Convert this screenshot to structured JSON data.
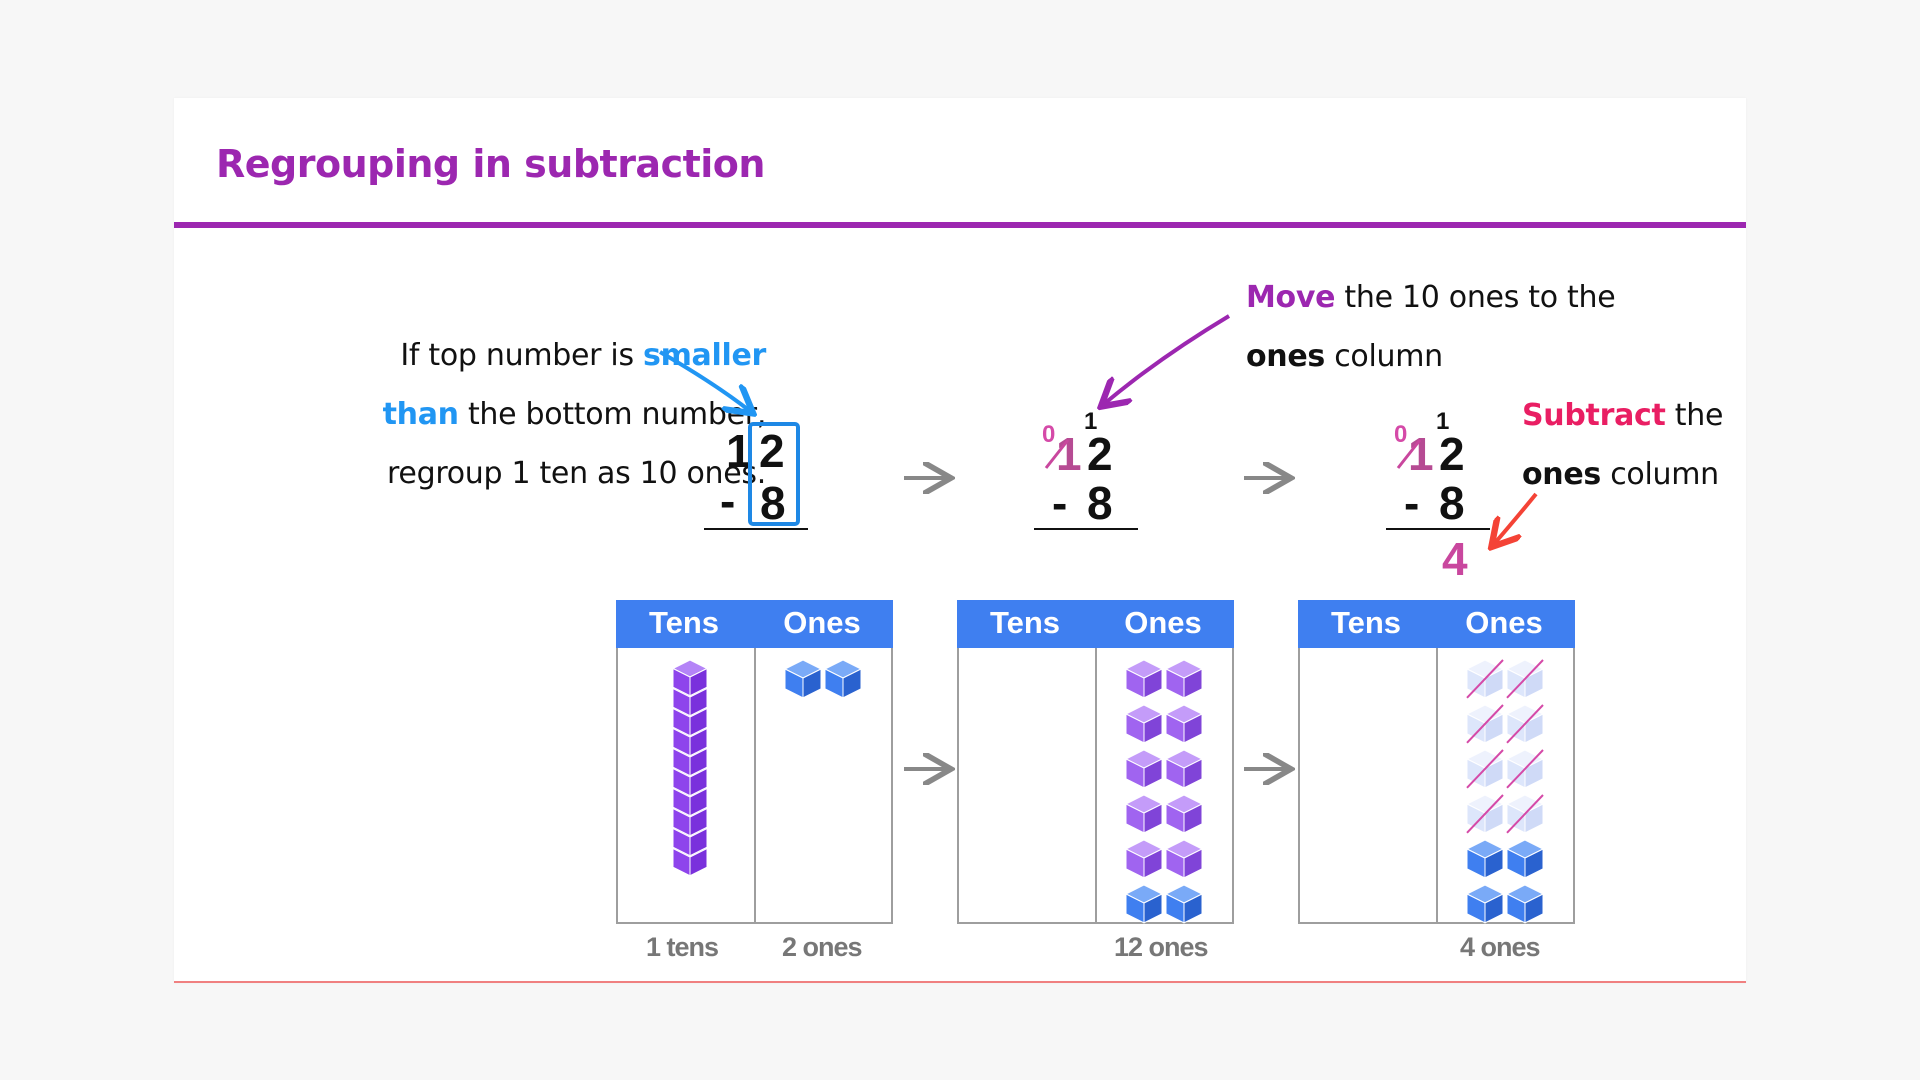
{
  "title": "Regrouping in subtraction",
  "notes": {
    "left": {
      "part1": "If top number is ",
      "highlight1": "smaller",
      "highlight2": "than",
      "part2": " the bottom number,",
      "line3": "regroup 1 ten as 10 ones."
    },
    "move": {
      "highlight": "Move",
      "part1": " the 10 ones to the",
      "bold": "ones",
      "part2": " column"
    },
    "subtract": {
      "highlight": "Subtract",
      "part1": " the",
      "bold": "ones",
      "part2": " column"
    }
  },
  "problems": [
    {
      "tens": "1",
      "ones": "2",
      "minus": "-",
      "subtrahend": "8"
    },
    {
      "crossed_tens": "1",
      "new_tens": "0",
      "carried": "1",
      "ones": "2",
      "minus": "-",
      "subtrahend": "8"
    },
    {
      "crossed_tens": "1",
      "new_tens": "0",
      "carried": "1",
      "ones": "2",
      "minus": "-",
      "subtrahend": "8",
      "answer": "4"
    }
  ],
  "charts": [
    {
      "tens_header": "Tens",
      "ones_header": "Ones",
      "tens_caption": "1 tens",
      "ones_caption": "2 ones",
      "tens_rods": 1,
      "ones_cubes": 2,
      "ones_crossed": 0
    },
    {
      "tens_header": "Tens",
      "ones_header": "Ones",
      "tens_caption": "",
      "ones_caption": "12 ones",
      "tens_rods": 0,
      "ones_cubes": 12,
      "ones_crossed": 0
    },
    {
      "tens_header": "Tens",
      "ones_header": "Ones",
      "tens_caption": "",
      "ones_caption": "4 ones",
      "tens_rods": 0,
      "ones_cubes": 12,
      "ones_crossed": 8
    }
  ],
  "colors": {
    "title": "#9c27b0",
    "blue_text": "#2196f3",
    "pink_text": "#e91e63",
    "header_blue": "#3f7ff0",
    "rod_purple": "#8e44ec",
    "cube_blue": "#2f78e0",
    "cube_purple": "#8e44ec",
    "arrow_blue": "#2196f3",
    "arrow_purple": "#9c27b0",
    "arrow_red": "#f44336",
    "arrow_gray": "#888888"
  },
  "icons": [
    "arrow-right-icon",
    "curved-arrow-icon",
    "cube-icon",
    "ten-rod-icon"
  ]
}
